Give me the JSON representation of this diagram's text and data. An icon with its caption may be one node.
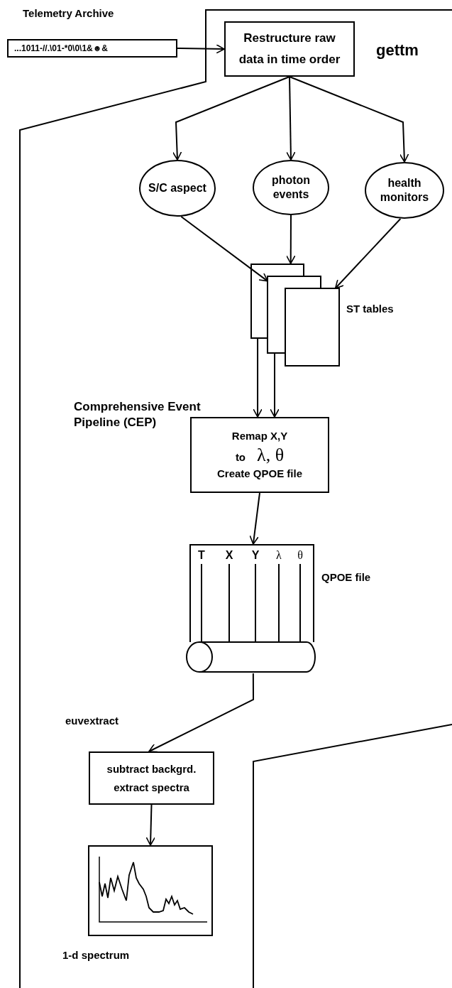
{
  "diagram": {
    "nodes": [
      {
        "text": [
          "...1011-//.\\01-*0\\0\\1&☻&"
        ],
        "beside": [
          "Telemetry Archive"
        ]
      },
      {
        "text": [
          "Restructure raw data in time order"
        ],
        "beside": [
          "gettm"
        ]
      },
      {
        "text": [
          "S/C aspect"
        ]
      },
      {
        "text": [
          "photon events"
        ]
      },
      {
        "text": [
          "health monitors"
        ]
      },
      {
        "text": [],
        "shape": "box",
        "beside": [
          "ST tables"
        ]
      },
      {
        "text": [
          "Remap X,Y",
          "to",
          "λ, θ",
          "Create QPOE file"
        ],
        "beside": [
          "Comprehensive Event Pipeline (CEP)"
        ]
      },
      {
        "text": [
          "T",
          "X",
          "Y",
          "λ",
          "θ"
        ],
        "beside": [
          "QPOE file"
        ]
      },
      {
        "text": [
          "subtract backgrd. extract spectra"
        ],
        "beside": [
          "euvextract"
        ]
      },
      {
        "text": [],
        "shape": "picture",
        "beside": [
          "1-d spectrum"
        ]
      }
    ],
    "edges": [
      {
        "from": 0,
        "to": 1,
        "arrow": "to"
      },
      {
        "from": 1,
        "to": 2,
        "arrow": "to"
      },
      {
        "from": 1,
        "to": 3,
        "arrow": "to"
      },
      {
        "from": 1,
        "to": 4,
        "arrow": "to"
      },
      {
        "from": 2,
        "to": 5,
        "arrow": "to"
      },
      {
        "from": 3,
        "to": 5,
        "arrow": "to"
      },
      {
        "from": 4,
        "to": 5,
        "arrow": "to"
      },
      {
        "from": 5,
        "to": 6,
        "arrow": "to"
      },
      {
        "from": 5,
        "to": 6,
        "arrow": "to"
      },
      {
        "from": 6,
        "to": 7,
        "arrow": "to"
      },
      {
        "from": 7,
        "to": 8,
        "arrow": "to"
      },
      {
        "from": 8,
        "to": 9,
        "arrow": "to"
      }
    ]
  }
}
